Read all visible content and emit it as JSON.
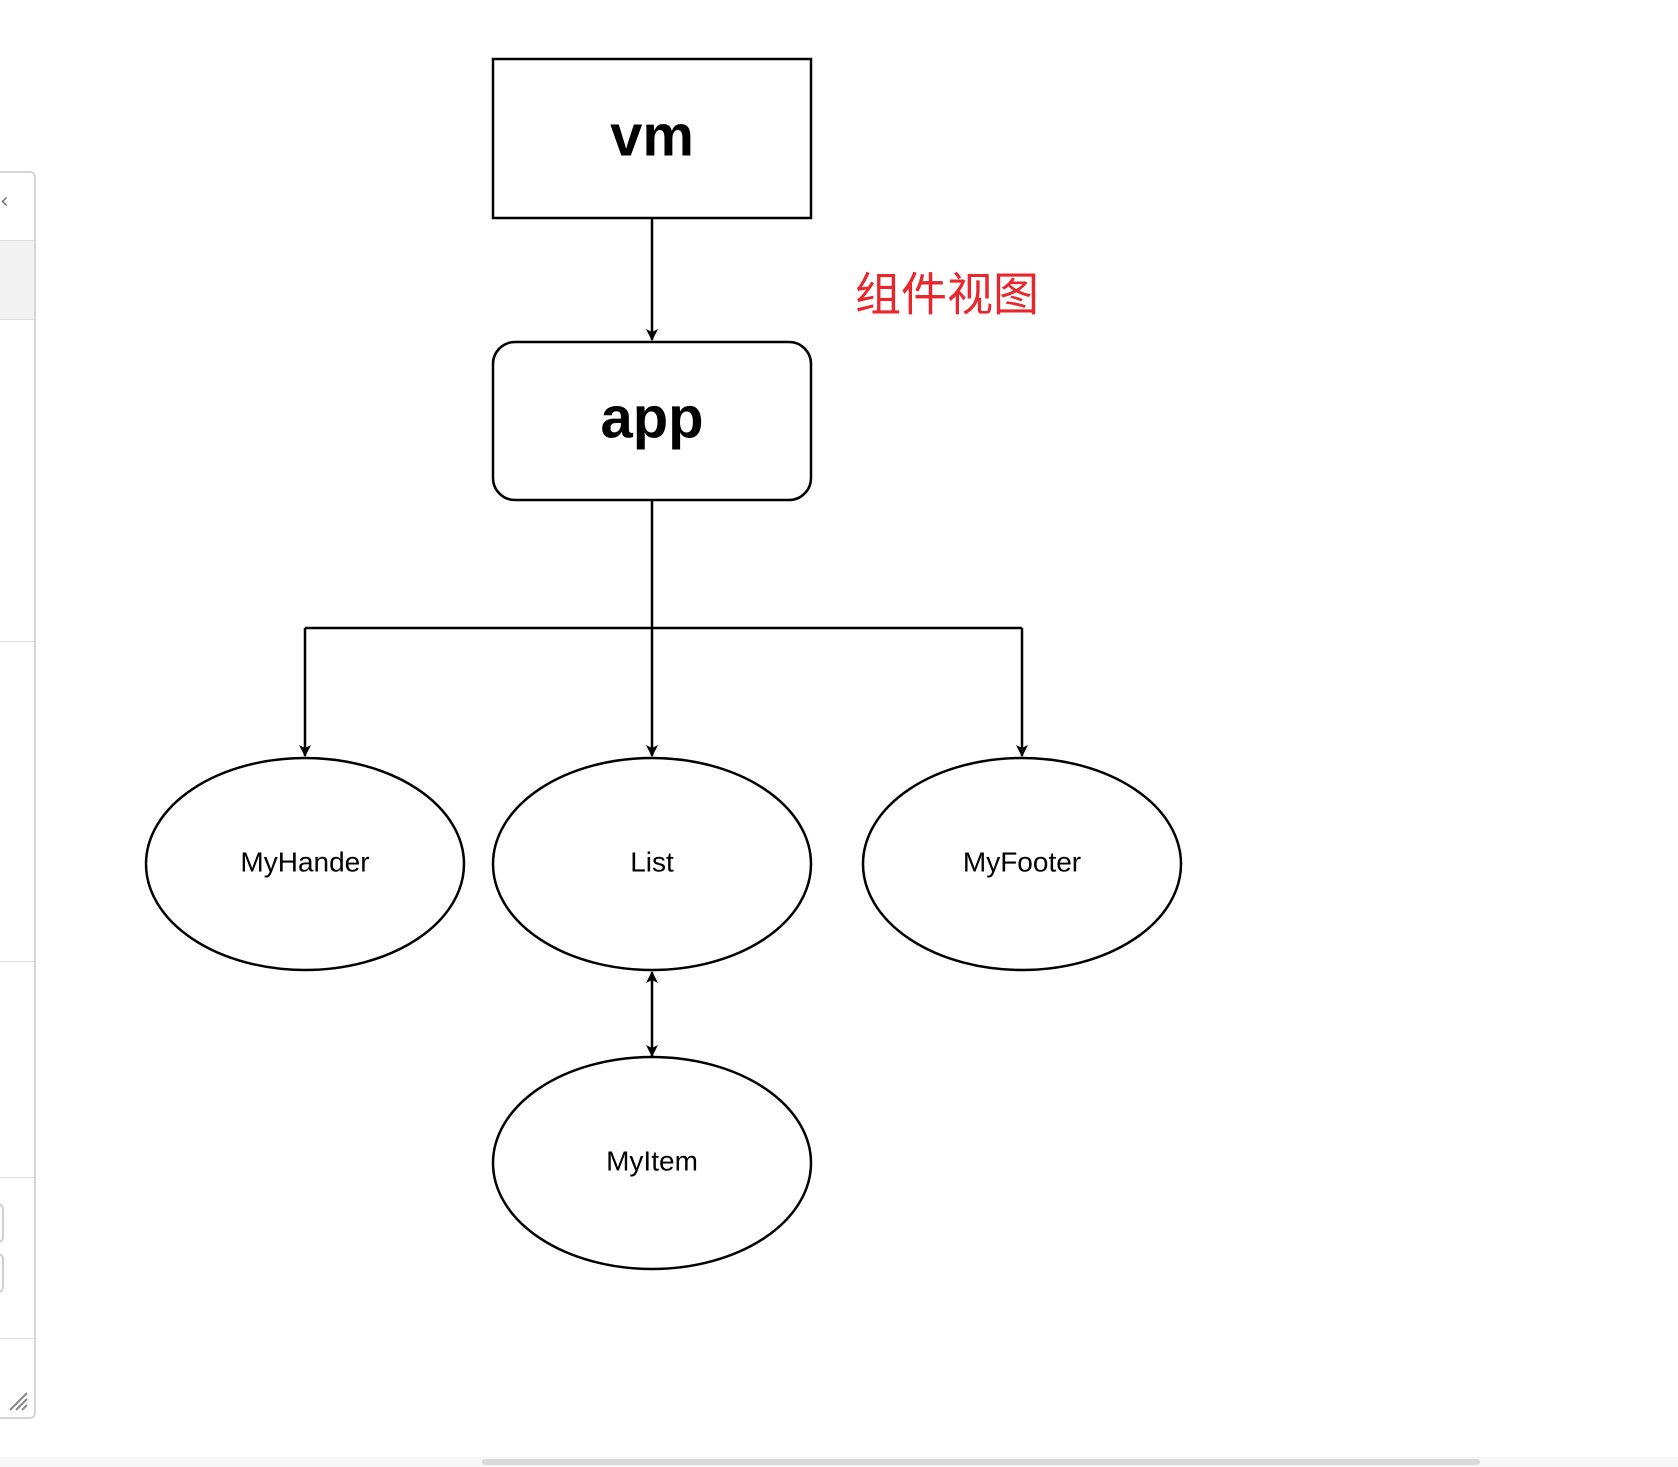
{
  "diagram": {
    "annotation": "组件视图",
    "annotation_color": "#e8262c",
    "stroke_color": "#000000",
    "nodes": {
      "vm": "vm",
      "app": "app",
      "my_hander": "MyHander",
      "list": "List",
      "my_footer": "MyFooter",
      "my_item": "MyItem"
    }
  }
}
